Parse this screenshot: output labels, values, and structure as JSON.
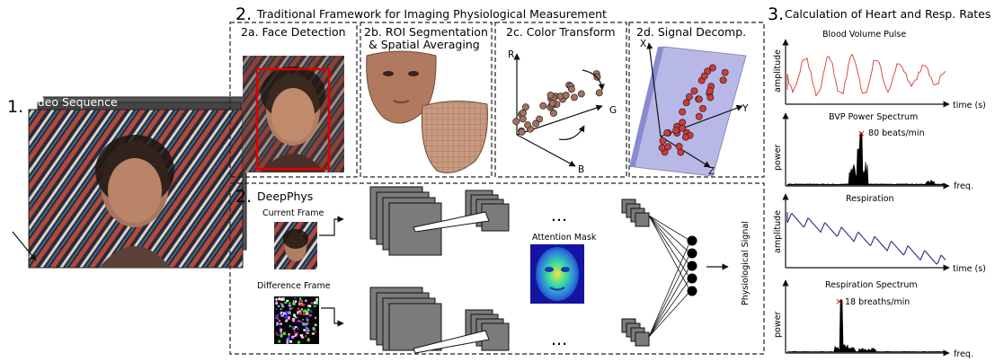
{
  "section1": {
    "number": "1.",
    "title": "Video Sequence"
  },
  "section2": {
    "number": "2.",
    "title": "Traditional Framework for Imaging Physiological Measurement",
    "panels": {
      "a": "2a. Face Detection",
      "b1": "2b. ROI Segmentation",
      "b2": "& Spatial Averaging",
      "c": "2c. Color Transform",
      "d": "2d. Signal Decomp."
    },
    "color_axes": {
      "r": "R",
      "g": "G",
      "b": "B"
    },
    "decomp_axes": {
      "x": "X",
      "y": "Y",
      "z": "Z"
    }
  },
  "deepphys": {
    "number": "2.",
    "title": "DeepPhys",
    "current_frame": "Current Frame",
    "difference_frame": "Difference Frame",
    "attention_mask": "Attention Mask",
    "ellipsis": "...",
    "output": "Physiological Signal"
  },
  "section3": {
    "number": "3.",
    "title": "Calculation of Heart and Resp. Rates",
    "plots": [
      {
        "title": "Blood Volume Pulse",
        "ylabel": "amplitude",
        "xlabel": "time (s)",
        "color": "#d43a3a"
      },
      {
        "title": "BVP Power Spectrum",
        "ylabel": "power",
        "xlabel": "freq.",
        "peak_label": "80 beats/min",
        "peak_marker": "×"
      },
      {
        "title": "Respiration",
        "ylabel": "amplitude",
        "xlabel": "time (s)",
        "color": "#2a2a8a"
      },
      {
        "title": "Respiration Spectrum",
        "ylabel": "power",
        "xlabel": "freq.",
        "peak_label": "18 breaths/min",
        "peak_marker": "×"
      }
    ]
  }
}
